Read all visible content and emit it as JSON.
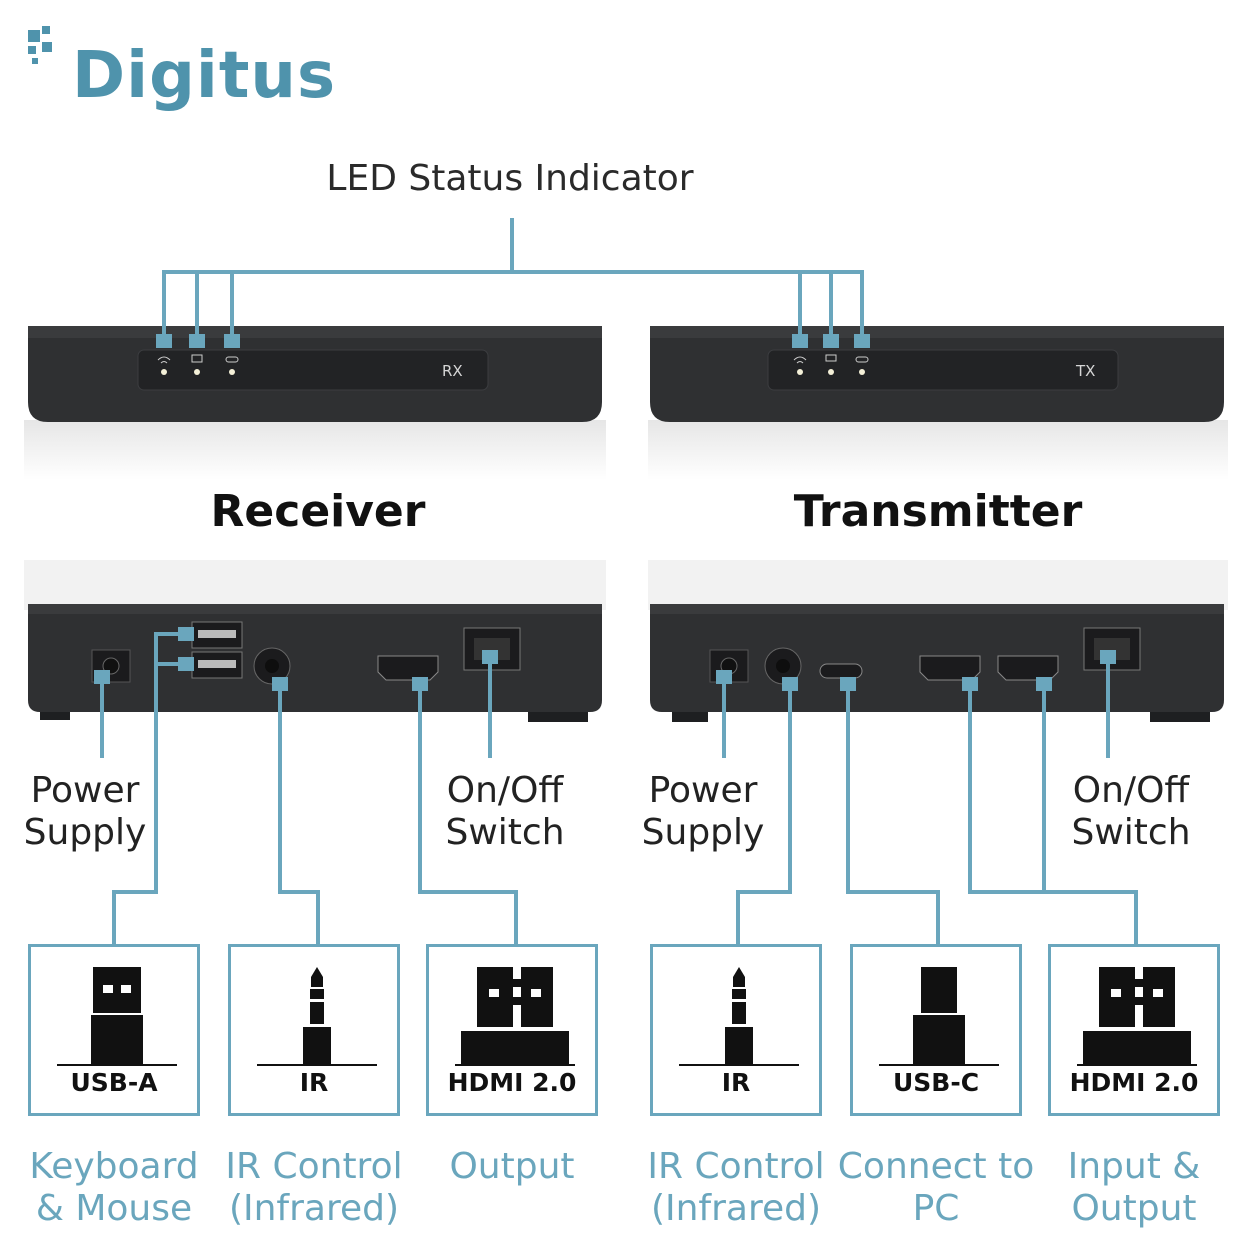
{
  "brand": {
    "name": "Digitus",
    "color": "#4f93ac"
  },
  "colors": {
    "connector": "#6aa6bd",
    "device": "#2f3032",
    "device_dark": "#1f2022",
    "accent_text": "#6aa6bd"
  },
  "led_section": {
    "title": "LED Status Indicator"
  },
  "receiver": {
    "title": "Receiver",
    "front_tag": "RX",
    "led_icons": [
      "wifi-icon",
      "monitor-icon",
      "link-icon"
    ],
    "rear_labels": {
      "power": "Power Supply",
      "switch": "On/Off Switch"
    },
    "interfaces": [
      {
        "label": "USB-A",
        "icon": "usb-a-icon",
        "description": "Keyboard & Mouse"
      },
      {
        "label": "IR",
        "icon": "audio-jack-icon",
        "description": "IR Control (Infrared)"
      },
      {
        "label": "HDMI 2.0",
        "icon": "hdmi-icon",
        "description": "Output"
      }
    ]
  },
  "transmitter": {
    "title": "Transmitter",
    "front_tag": "TX",
    "led_icons": [
      "wifi-icon",
      "laptop-icon",
      "link-icon"
    ],
    "rear_labels": {
      "power": "Power Supply",
      "switch": "On/Off Switch"
    },
    "interfaces": [
      {
        "label": "IR",
        "icon": "audio-jack-icon",
        "description": "IR Control (Infrared)"
      },
      {
        "label": "USB-C",
        "icon": "usb-c-icon",
        "description": "Connect to PC"
      },
      {
        "label": "HDMI 2.0",
        "icon": "hdmi-icon",
        "description": "Input & Output"
      }
    ]
  }
}
